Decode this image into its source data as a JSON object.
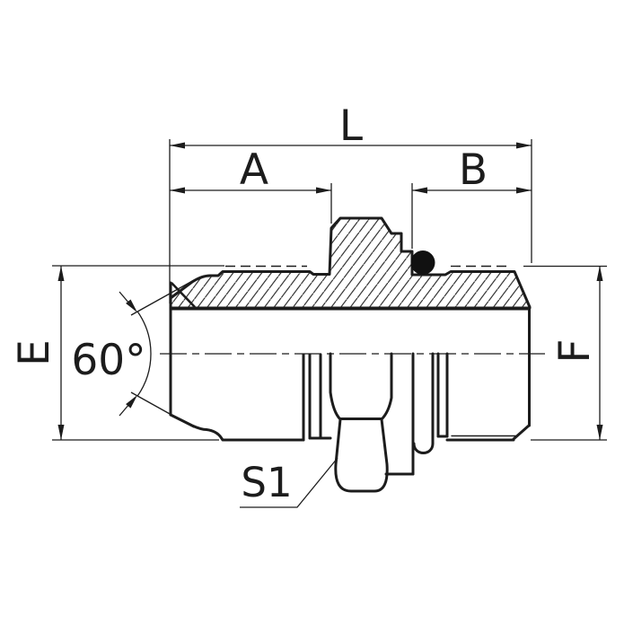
{
  "drawing": {
    "colors": {
      "background": "#ffffff",
      "line": "#1c1c1c",
      "oring_fill": "#111111"
    },
    "labels": {
      "overall_length": "L",
      "left_end_length": "A",
      "right_end_length": "B",
      "left_thread_diameter": "E",
      "right_thread_diameter": "F",
      "seat_cone_angle": "60°",
      "hex_wrench_size": "S1"
    }
  }
}
